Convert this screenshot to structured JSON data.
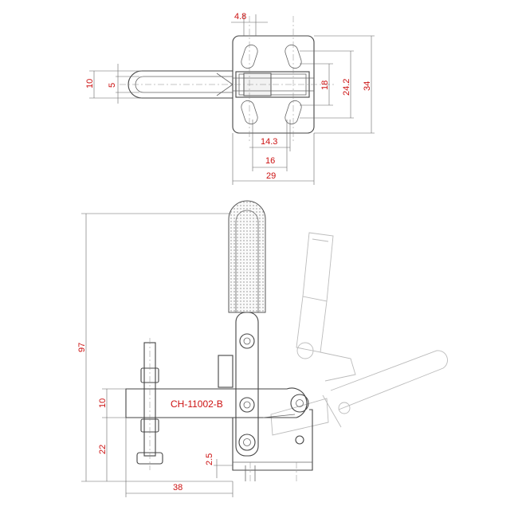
{
  "colors": {
    "dimension": "#cc1111",
    "label": "#cc1111",
    "outline": "#444444",
    "ghost": "#bbbbbb"
  },
  "model_label": "CH-11002-B",
  "top_view": {
    "dims": {
      "slot_width": "4.8",
      "handle_outer": "10",
      "handle_inner": "5",
      "hole_spacing_inner": "18",
      "hole_spacing_outer": "24.2",
      "base_height": "34",
      "hole_spacing_x": "14.3",
      "inner_width": "16",
      "base_width": "29"
    }
  },
  "side_view": {
    "dims": {
      "total_height": "97",
      "spindle_height": "10",
      "spindle_offset": "22",
      "base_thickness": "2.5",
      "reach": "38"
    }
  }
}
